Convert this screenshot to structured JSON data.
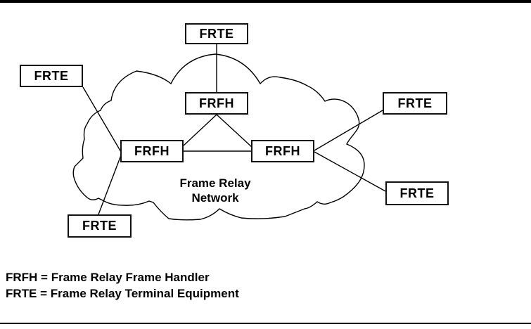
{
  "figure": {
    "cloud": {
      "label_line1": "Frame Relay",
      "label_line2": "Network"
    },
    "nodes": {
      "frte_top": {
        "label": "FRTE"
      },
      "frte_left": {
        "label": "FRTE"
      },
      "frfh_top": {
        "label": "FRFH"
      },
      "frfh_left": {
        "label": "FRFH"
      },
      "frfh_right": {
        "label": "FRFH"
      },
      "frte_right_top": {
        "label": "FRTE"
      },
      "frte_right_bottom": {
        "label": "FRTE"
      },
      "frte_bottom_left": {
        "label": "FRTE"
      }
    },
    "edges": [
      "frte_top-frfh_top",
      "frte_left-frfh_left",
      "frte_bottom_left-frfh_left",
      "frfh_top-frfh_left",
      "frfh_top-frfh_right",
      "frfh_left-frfh_right",
      "frfh_right-frte_right_top",
      "frfh_right-frte_right_bottom"
    ],
    "legend": {
      "line1": "FRFH = Frame Relay Frame Handler",
      "line2": "FRTE = Frame Relay Terminal Equipment"
    },
    "colors": {
      "stroke": "#000000",
      "background": "#ffffff",
      "text": "#000000"
    }
  }
}
